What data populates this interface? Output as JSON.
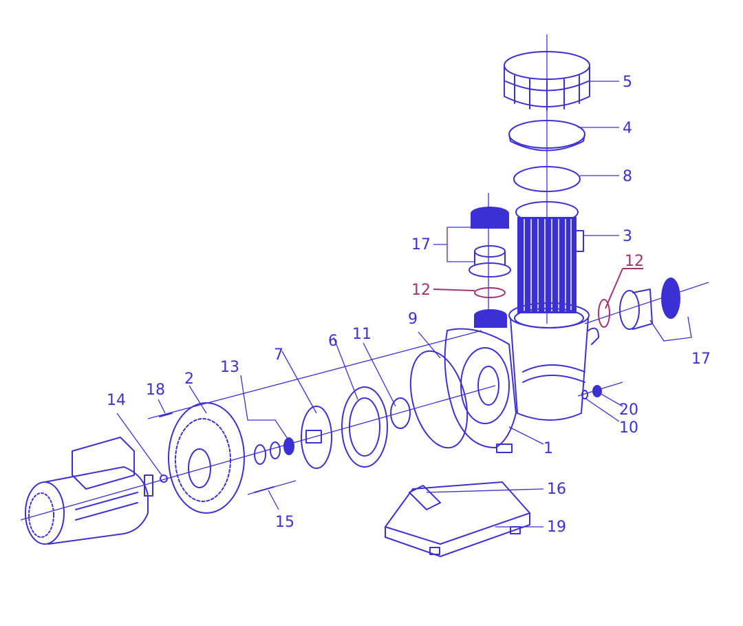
{
  "diagram": {
    "title": "Pool pump exploded parts diagram",
    "colors": {
      "line": "#3b30d4",
      "highlight": "#a23370"
    },
    "labels": {
      "p1": "1",
      "p2": "2",
      "p3": "3",
      "p4": "4",
      "p5": "5",
      "p6": "6",
      "p7": "7",
      "p8": "8",
      "p9": "9",
      "p10": "10",
      "p11": "11",
      "p12a": "12",
      "p12b": "12",
      "p13": "13",
      "p14": "14",
      "p15": "15",
      "p16": "16",
      "p17a": "17",
      "p17b": "17",
      "p18": "18",
      "p19": "19",
      "p20": "20"
    }
  }
}
